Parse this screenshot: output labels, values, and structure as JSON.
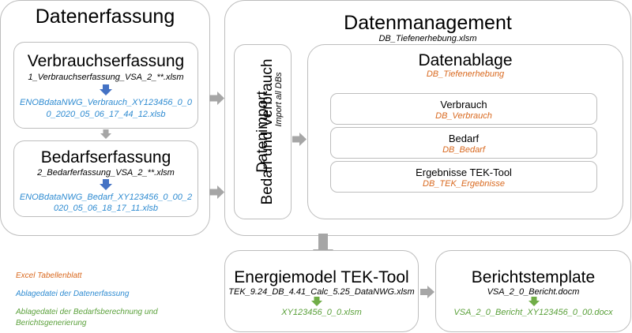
{
  "datenerfassung": {
    "title": "Datenerfassung",
    "verbrauch": {
      "title": "Verbrauchserfassung",
      "file": "1_Verbrauchserfassung_VSA_2_**.xlsm",
      "output_line1": "ENOBdataNWG_Verbrauch_XY123456_0_0",
      "output_line2": "0_2020_05_06_17_44_12.xlsb"
    },
    "bedarf": {
      "title": "Bedarfserfassung",
      "file": "2_Bedarferfassung_VSA_2_**.xlsm",
      "output_line1": "ENOBdataNWG_Bedarf_XY123456_0_00_2",
      "output_line2": "020_05_06_18_17_11.xlsb"
    }
  },
  "datenmanagement": {
    "title": "Datenmanagement",
    "file": "DB_Tiefenerhebung.xlsm",
    "import": {
      "title_line1": "Datenimport",
      "title_line2": "Bedarf und Verbrauch",
      "subtitle": "Import all DBs"
    },
    "ablage": {
      "title": "Datenablage",
      "sheet": "DB_Tiefenerhebung",
      "items": [
        {
          "title": "Verbrauch",
          "sheet": "DB_Verbrauch"
        },
        {
          "title": "Bedarf",
          "sheet": "DB_Bedarf"
        },
        {
          "title": "Ergebnisse TEK-Tool",
          "sheet": "DB_TEK_Ergebnisse"
        }
      ]
    }
  },
  "energiemodel": {
    "title": "Energiemodel TEK-Tool",
    "file": "TEK_9.24_DB_4.41_Calc_5.25_DataNWG.xlsm",
    "output": "XY123456_0_0.xlsm"
  },
  "bericht": {
    "title": "Berichtstemplate",
    "file": "VSA_2_0_Bericht.docm",
    "output": "VSA_2_0_Bericht_XY123456_0_00.docx"
  },
  "legend": {
    "excel": "Excel Tabellenblatt",
    "ablage_erfassung": "Ablagedatei der Datenerfassung",
    "ablage_bedarf_line1": "Ablagedatei der Bedarfsberechnung und",
    "ablage_bedarf_line2": "Berichtsgenerierung"
  },
  "colors": {
    "border": "#bdbdbd",
    "gray_arrow": "#a6a6a6",
    "blue_arrow": "#4472c4",
    "green_arrow": "#70ad47",
    "orange_text": "#d9691f",
    "blue_text": "#2e8bd1",
    "green_text": "#5aa03a"
  }
}
